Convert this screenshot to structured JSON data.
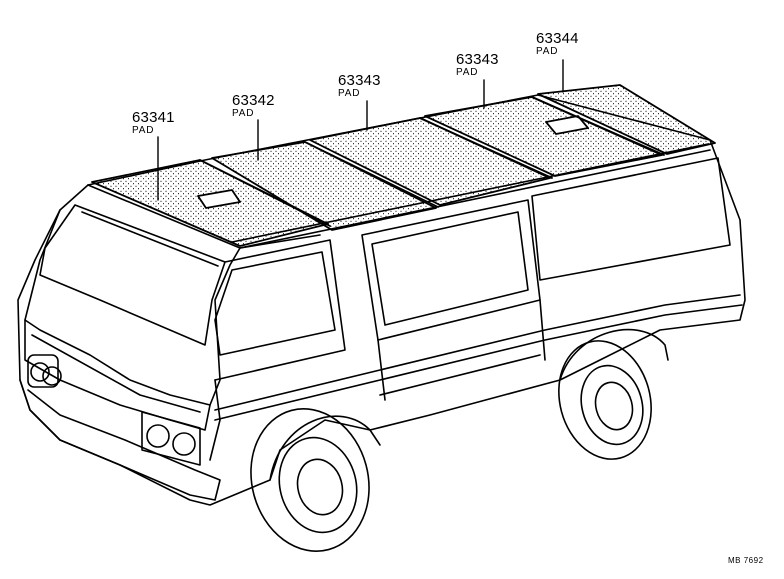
{
  "callouts": [
    {
      "part_number": "63341",
      "name": "PAD"
    },
    {
      "part_number": "63342",
      "name": "PAD"
    },
    {
      "part_number": "63343",
      "name": "PAD"
    },
    {
      "part_number": "63343",
      "name": "PAD"
    },
    {
      "part_number": "63344",
      "name": "PAD"
    }
  ],
  "drawing_ref": "MB 7692",
  "colors": {
    "line": "#000000",
    "background": "#ffffff",
    "pad_stipple": "#000000"
  }
}
